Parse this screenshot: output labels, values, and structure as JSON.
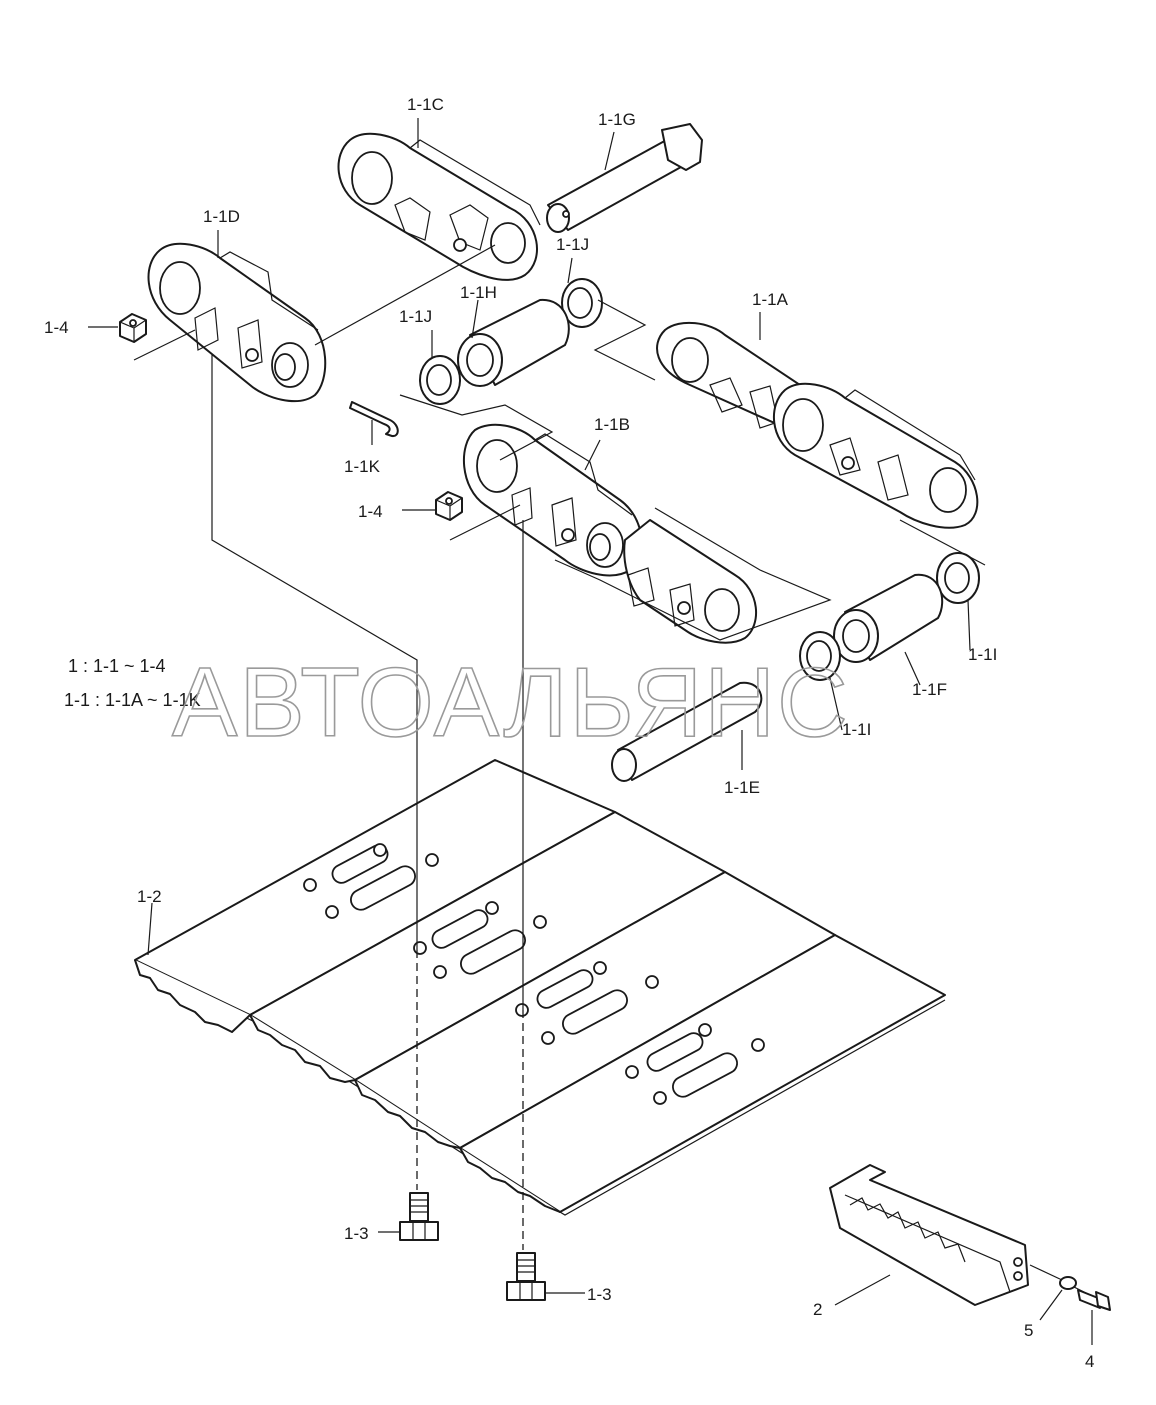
{
  "labels": {
    "l_1_1c": "1-1C",
    "l_1_1g": "1-1G",
    "l_1_1d": "1-1D",
    "l_1_1j_top": "1-1J",
    "l_1_1h": "1-1H",
    "l_1_1j_left": "1-1J",
    "l_1_1a": "1-1A",
    "l_1_4_top": "1-4",
    "l_1_1k": "1-1K",
    "l_1_1b": "1-1B",
    "l_1_4_mid": "1-4",
    "l_1_1i_right": "1-1I",
    "l_1_1f": "1-1F",
    "l_1_1i_mid": "1-1I",
    "l_1_1e": "1-1E",
    "l_1_2": "1-2",
    "l_1_3_left": "1-3",
    "l_1_3_right": "1-3",
    "l_2": "2",
    "l_5": "5",
    "l_4": "4"
  },
  "notes": {
    "line1": "1 : 1-1 ~ 1-4",
    "line2": "1-1 : 1-1A ~ 1-1K"
  },
  "watermark": "АВТОАЛЬЯНС",
  "colors": {
    "ink": "#1a1a1a",
    "watermark": "#9a9a9a",
    "background": "#ffffff"
  }
}
